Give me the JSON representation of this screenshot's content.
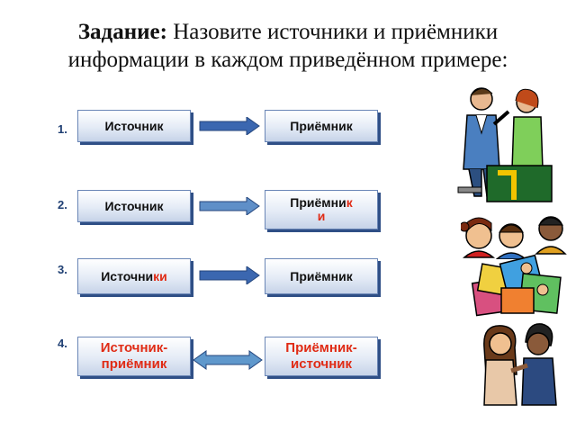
{
  "title": {
    "bold": "Задание:",
    "line1": " Назовите источники и приёмники",
    "line2": "информации в каждом приведённом примере"
  },
  "rows": [
    {
      "num": "1.",
      "source": "Источник",
      "receiver": "Приёмник"
    },
    {
      "num": "2.",
      "source": "Источник",
      "receiver_base": "Приёмни",
      "receiver_ending1": "к",
      "receiver_ending2": "и"
    },
    {
      "num": "3.",
      "source_base": "Источни",
      "source_ending": "ки",
      "receiver": "Приёмник"
    },
    {
      "num": "4.",
      "source_line1": "Источник-",
      "source_line2": "приёмник",
      "receiver_line1": "Приёмник-",
      "receiver_line2": "источник"
    }
  ],
  "colors": {
    "accent_red": "#e02b15",
    "arrow_blue": "#3b67b0",
    "box_border": "#6a86b6"
  }
}
